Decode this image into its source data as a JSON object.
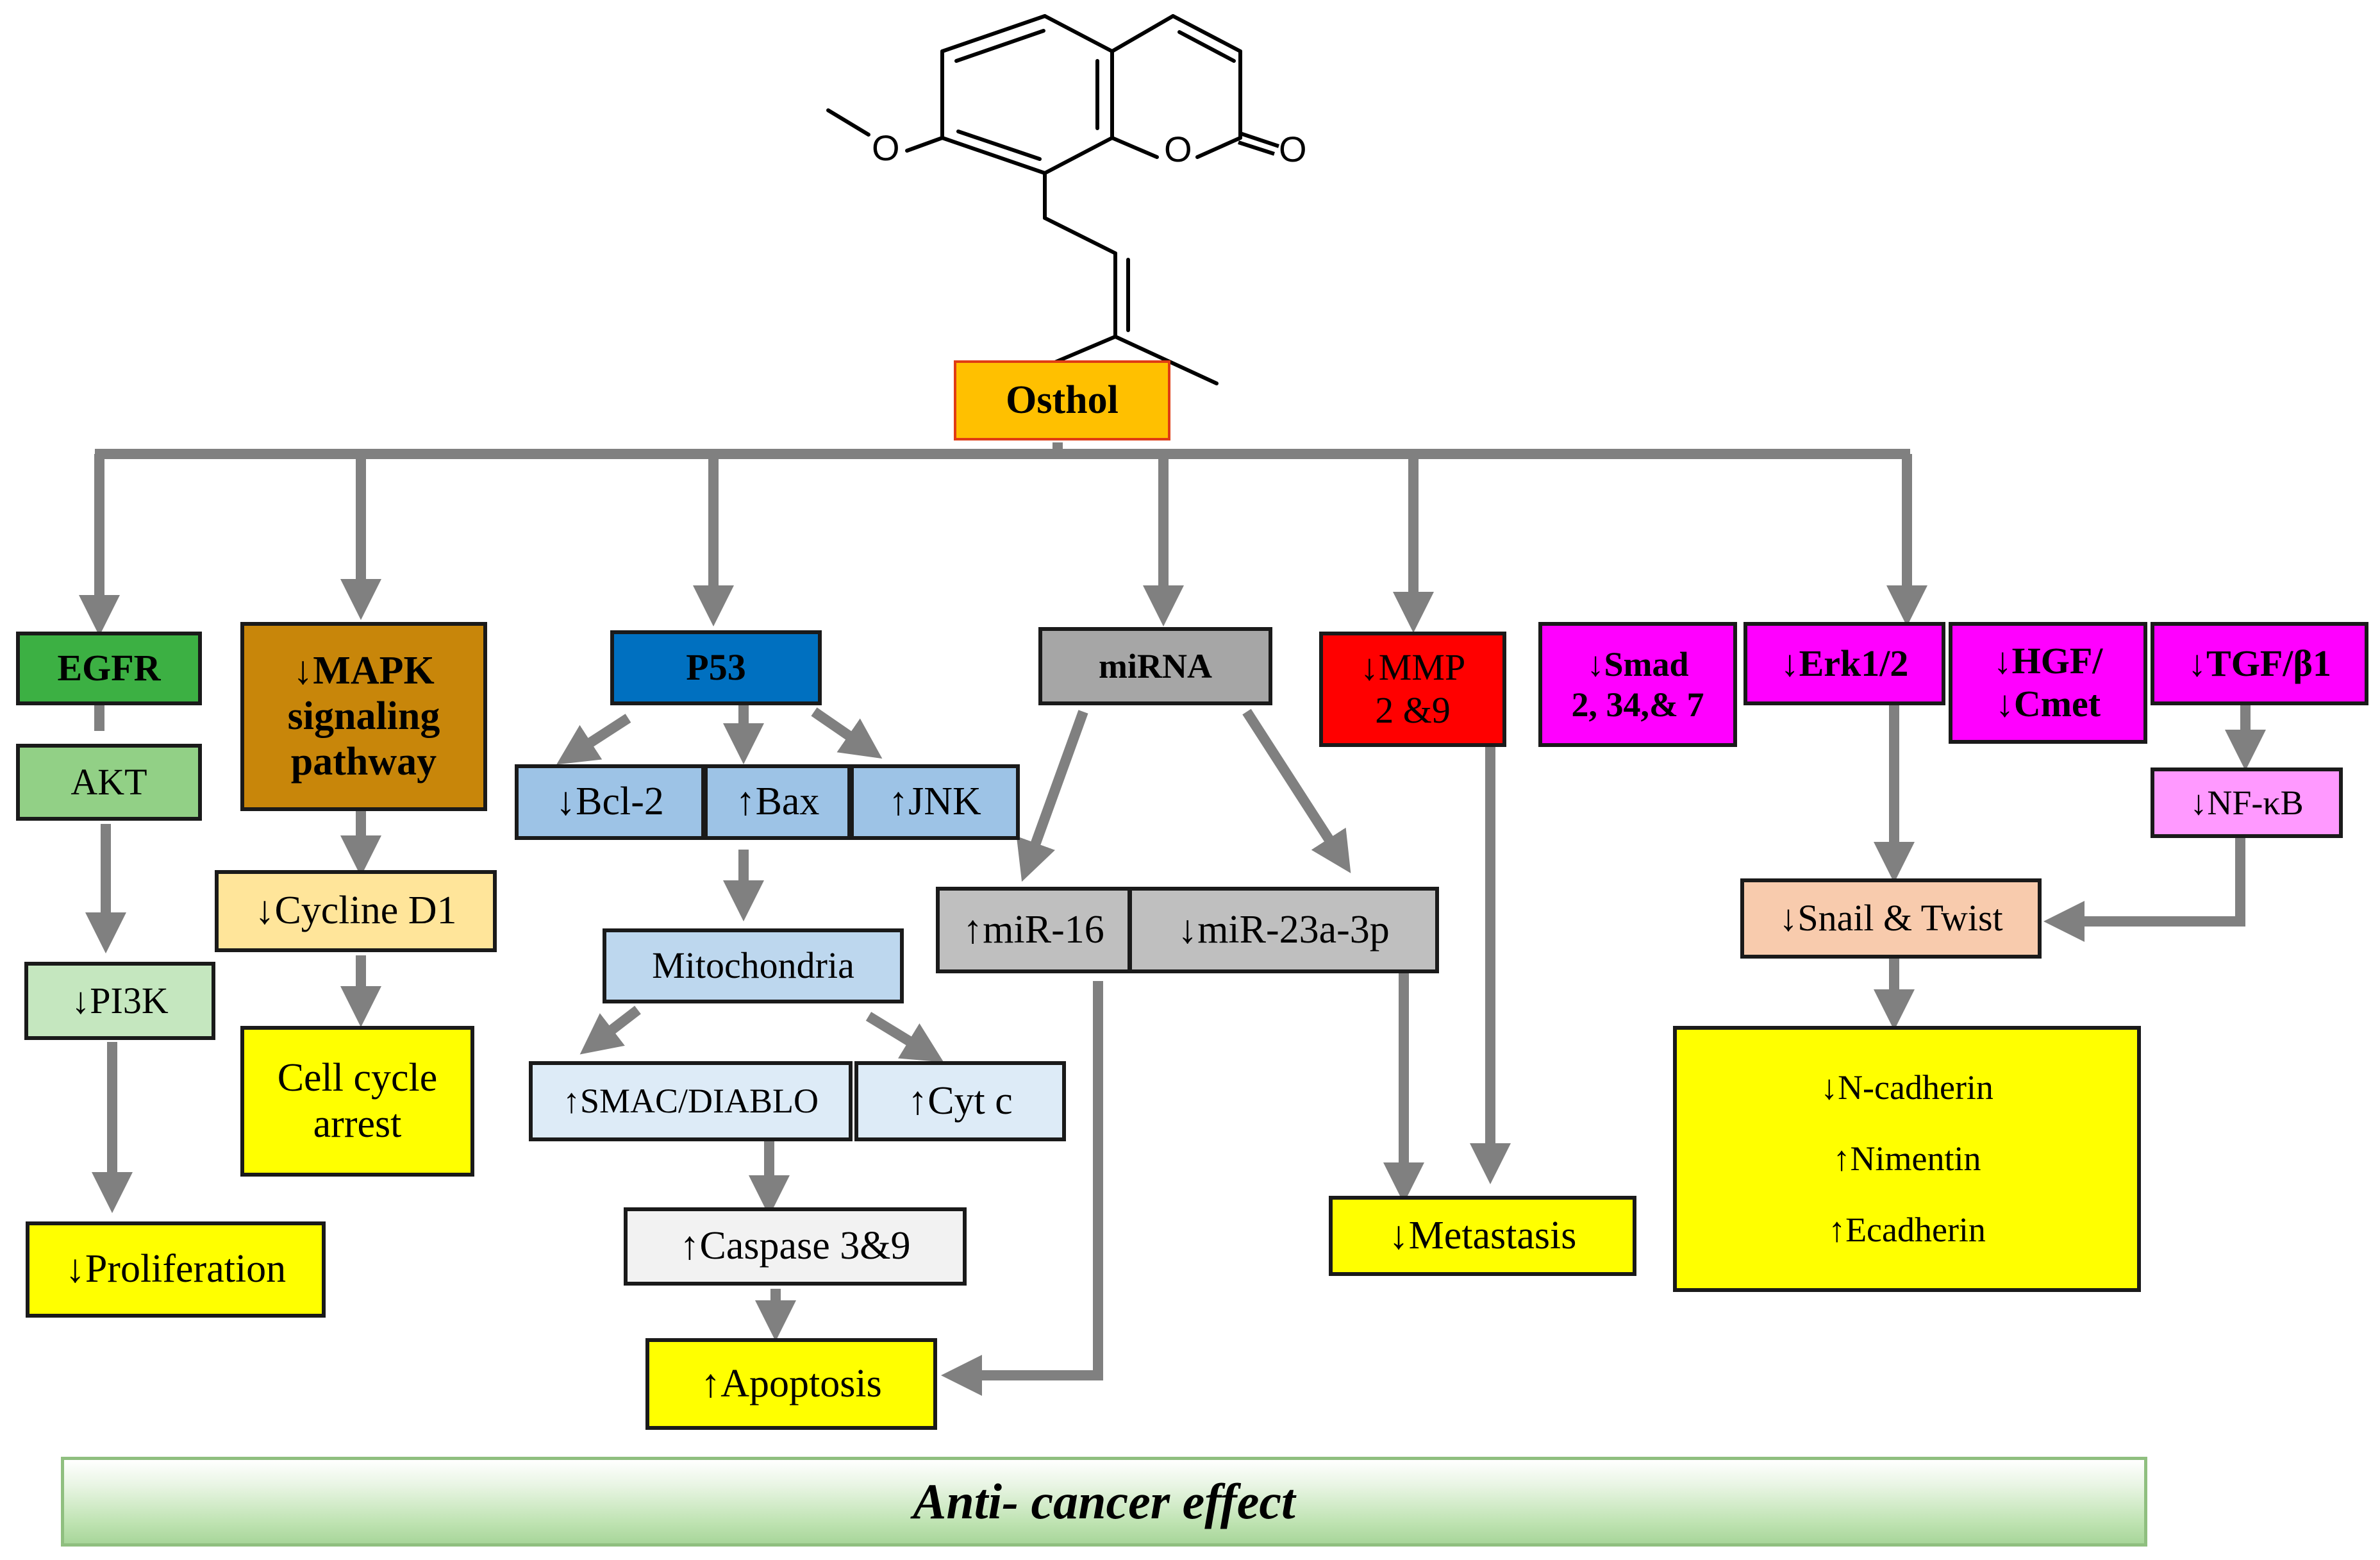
{
  "root": {
    "label": "Osthol"
  },
  "nodes": {
    "egfr": "EGFR",
    "akt": "AKT",
    "pi3k": "↓PI3K",
    "proliferation": "↓Proliferation",
    "mapk": [
      "↓MAPK",
      "signaling",
      "pathway"
    ],
    "cycline": "↓Cycline D1",
    "cell_cycle": [
      "Cell cycle",
      "arrest"
    ],
    "p53": "P53",
    "bcl2": "↓Bcl-2",
    "bax": "↑Bax",
    "jnk": "↑JNK",
    "mitochondria": "Mitochondria",
    "smac": "↑SMAC/DIABLO",
    "cytc": "↑Cyt c",
    "caspase": "↑Caspase 3&9",
    "apoptosis": "↑Apoptosis",
    "mirna": "miRNA",
    "mir16": "↑miR-16",
    "mir23": "↓miR-23a-3p",
    "mmp": [
      "↓MMP",
      "2 &9"
    ],
    "metastasis": "↓Metastasis",
    "smad": [
      "↓Smad",
      "2, 34,& 7"
    ],
    "erk": "↓Erk1/2",
    "hgf": [
      "↓HGF/",
      "↓Cmet"
    ],
    "tgf": "↓TGF/β1",
    "nfkb": "↓NF-κB",
    "snail": "↓Snail & Twist",
    "emt": [
      "↓N-cadherin",
      "↑Nimentin",
      "↑Ecadherin"
    ]
  },
  "footer": {
    "label": "Anti- cancer effect"
  },
  "colors": {
    "arrow": "#808080",
    "root": "#ffc000",
    "egfr": "#3cb043",
    "akt": "#92d086",
    "pi3k": "#c5e7bf",
    "mapk": "#c8860a",
    "cycline": "#ffe59a",
    "outcome": "#ffff00",
    "p53": "#0070c0",
    "p53_children": "#9dc3e6",
    "mito": "#bdd7ee",
    "mito_children": "#ddebf7",
    "caspase": "#f2f2f2",
    "mirna": "#a6a6a6",
    "mirna_children": "#bfbfbf",
    "mmp": "#ff0000",
    "magenta": "#ff00ff",
    "nfkb": "#ff99ff",
    "snail": "#f8cbad"
  }
}
